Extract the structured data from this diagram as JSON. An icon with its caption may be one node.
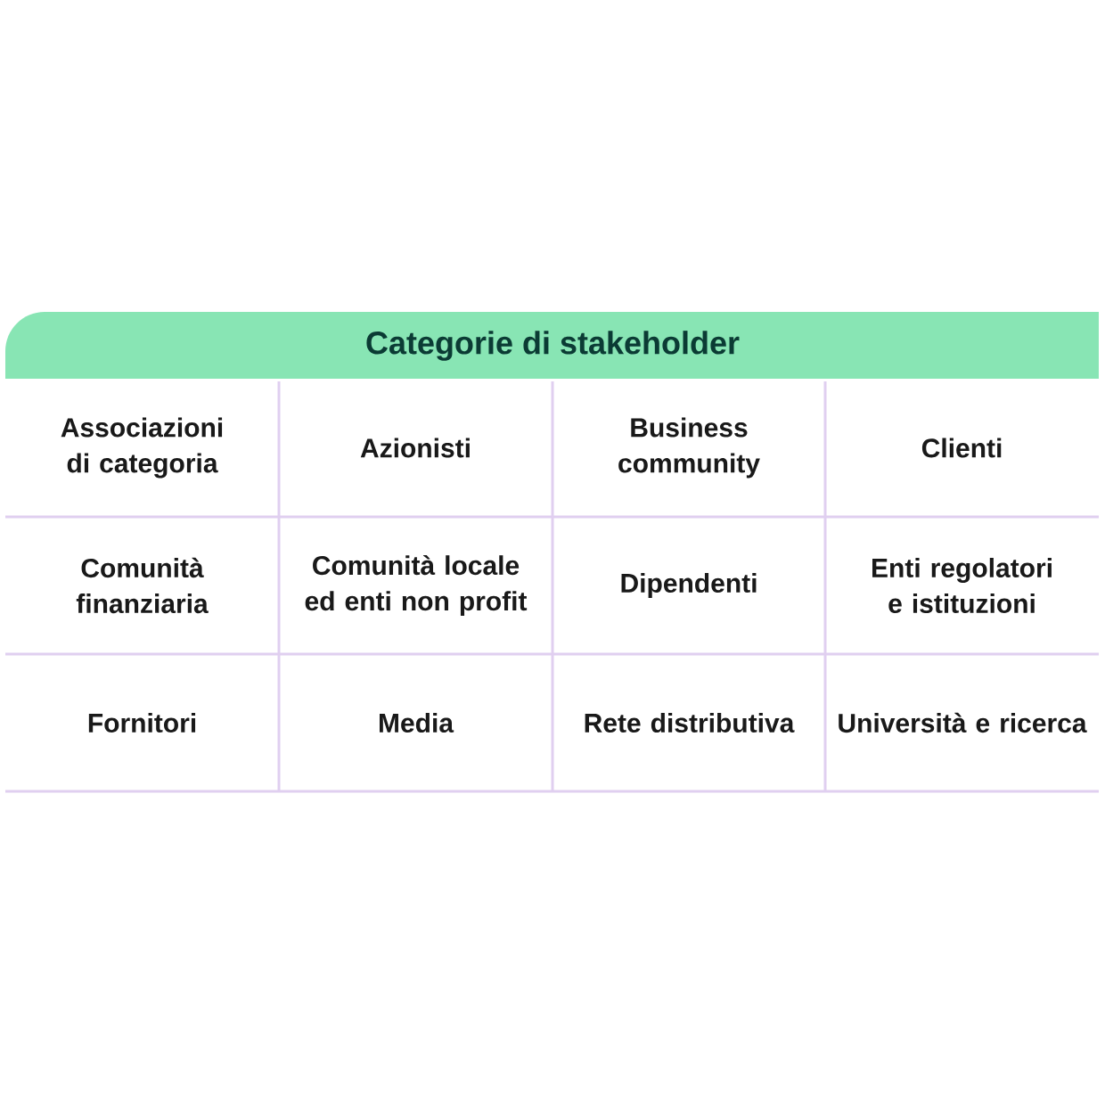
{
  "diagram": {
    "title": "Categorie di stakeholder",
    "labels": [
      "Associazioni di categoria",
      "Azionisti",
      "Business community",
      "Clienti",
      "Comunità finanziaria",
      "Comunità locale ed enti non profit",
      "Dipendenti",
      "Enti regolatori e istituzioni",
      "Fornitori",
      "Media",
      "Rete distributiva",
      "Università e ricerca"
    ]
  }
}
